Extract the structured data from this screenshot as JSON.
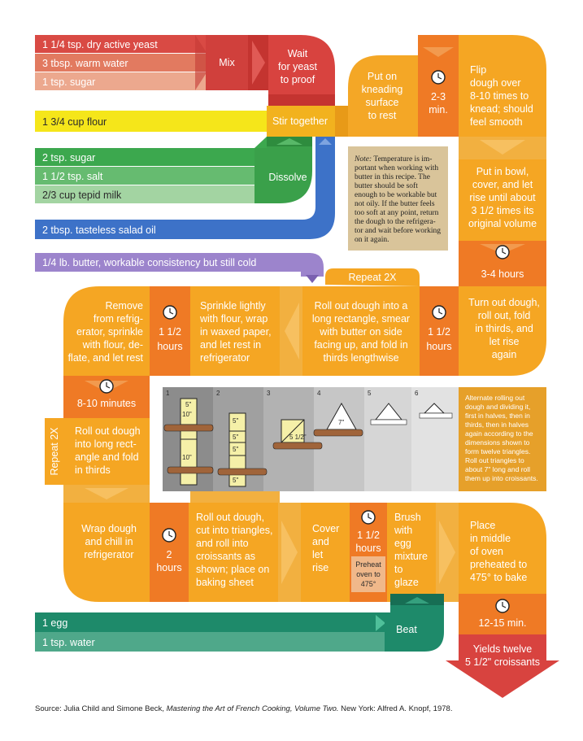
{
  "ingredients": {
    "yeast": "1 1/4 tsp. dry active yeast",
    "water": "3 tbsp. warm water",
    "sugar1": "1 tsp. sugar",
    "flour": "1 3/4 cup flour",
    "sugar2": "2 tsp. sugar",
    "salt": "1 1/2 tsp. salt",
    "milk": "2/3 cup tepid milk",
    "oil": "2 tbsp. tasteless salad oil",
    "butter": "1/4 lb. butter, workable consistency but still cold",
    "egg": "1 egg",
    "water2": "1 tsp. water"
  },
  "actions": {
    "mix": "Mix",
    "wait": [
      "Wait",
      "for yeast",
      "to proof"
    ],
    "stir": "Stir together",
    "dissolve": "Dissolve",
    "beat": "Beat",
    "repeat1": "Repeat 2X",
    "repeat2": "Repeat 2X"
  },
  "steps": {
    "kneading": [
      "Put on",
      "kneading",
      "surface",
      "to rest"
    ],
    "flip": [
      "Flip",
      "dough over",
      "8-10 times to",
      "knead; should",
      "feel smooth"
    ],
    "bowl": [
      "Put in bowl,",
      "cover, and let",
      "rise until about",
      "3 1/2 times its",
      "original volume"
    ],
    "turnout": [
      "Turn out dough,",
      "roll out, fold",
      "in thirds, and",
      "let rise",
      "again"
    ],
    "rollbutter": [
      "Roll out dough into a",
      "long rectangle, smear",
      "with butter on side",
      "facing up, and fold in",
      "thirds lengthwise"
    ],
    "sprinkle": [
      "Sprinkle lightly",
      "with flour, wrap",
      "in waxed paper,",
      "and let rest in",
      "refrigerator"
    ],
    "remove": [
      "Remove",
      "from refrig-",
      "erator, sprinkle",
      "with flour, de-",
      "flate, and let rest"
    ],
    "rolllong": [
      "Roll out dough",
      "into long rect-",
      "angle and fold",
      "in thirds"
    ],
    "wrapchill": [
      "Wrap dough",
      "and chill in",
      "refrigerator"
    ],
    "triangles": [
      "Roll out dough,",
      "cut into triangles,",
      "and roll into",
      "croissants as",
      "shown; place on",
      "baking sheet"
    ],
    "cover": [
      "Cover",
      "and",
      "let",
      "rise"
    ],
    "brush": [
      "Brush",
      "with",
      "egg",
      "mixture",
      "to",
      "glaze"
    ],
    "place": [
      "Place",
      "in middle",
      "of oven",
      "preheated to",
      "475° to bake"
    ],
    "preheat": [
      "Preheat",
      "oven to",
      "475°"
    ],
    "yields": [
      "Yields twelve",
      "5 1/2\" croissants"
    ]
  },
  "times": {
    "t1": [
      "2-3",
      "min."
    ],
    "t2": "3-4 hours",
    "t3": [
      "1 1/2",
      "hours"
    ],
    "t4": [
      "1 1/2",
      "hours"
    ],
    "t5": "8-10 minutes",
    "t6": [
      "2",
      "hours"
    ],
    "t7": [
      "1 1/2",
      "hours"
    ],
    "t8": "12-15 min."
  },
  "note": {
    "label": "Note:",
    "lines": [
      " Temperature is im-",
      "portant when working with",
      "butter in this recipe. The",
      "butter should be soft",
      "enough to be workable but",
      "not oily. If the butter feels",
      "too soft at any point, return",
      "the dough to the refrigera-",
      "tor and wait before working",
      "on it again."
    ]
  },
  "diagram": {
    "panels": [
      "1",
      "2",
      "3",
      "4",
      "5",
      "6"
    ],
    "dims": [
      "5\"",
      "10\"",
      "10\"",
      "5\"",
      "5\"",
      "5\"",
      "5\"",
      "5 1/2\"",
      "7\""
    ],
    "side_note": [
      "Alternate rolling out",
      "dough and dividing it,",
      "first in halves, then in",
      "thirds, then in halves",
      "again according to the",
      "dimensions shown to",
      "form twelve triangles.",
      "Roll out triangles to",
      "about 7\" long and roll",
      "them up into croissants."
    ]
  },
  "source": {
    "prefix": "Source: Julia Child and Simone Beck, ",
    "title": "Mastering the Art of French Cooking, Volume Two.",
    "suffix": " New York: Alfred A. Knopf, 1978."
  },
  "colors": {
    "red": "#d8433f",
    "orange": "#f0a020",
    "yellow": "#f5e61a",
    "green": "#3ca84e",
    "blue": "#3d72c8",
    "purple": "#9a7fc8",
    "teal": "#1e8a6a",
    "darkorange": "#e8661e"
  }
}
